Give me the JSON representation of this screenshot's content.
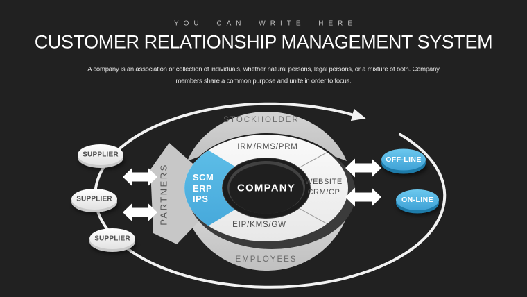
{
  "slide": {
    "tagline": "YOU CAN WRITE HERE",
    "title": "CUSTOMER RELATIONSHIP MANAGEMENT SYSTEM",
    "description_line1": "A company is an association or collection of individuals, whether natural persons, legal persons, or a mixture of both. Company",
    "description_line2": "members share a common purpose and unite in order to focus."
  },
  "diagram": {
    "center_label": "COMPANY",
    "ring": {
      "top": "IRM/RMS/PRM",
      "right": [
        "WEBSITE",
        "CRM/CP"
      ],
      "bottom": "EIP/KMS/GW",
      "left": [
        "SCM",
        "ERP",
        "IPS"
      ]
    },
    "fans": {
      "top": "STOCKHOLDER",
      "bottom": "EMPLOYEES"
    },
    "partners_label": "PARTNERS",
    "suppliers": [
      "SUPPLIER",
      "SUPPLIER",
      "SUPPLIER"
    ],
    "channels": [
      "OFF-LINE",
      "ON-LINE"
    ],
    "colors": {
      "background": "#212121",
      "accent_blue": "#55b7e3",
      "accent_blue_dark": "#1e7ba9",
      "fan_gray": "#c9c9c9",
      "ring_white": "#f2f2f2",
      "arrow_white": "#ffffff"
    }
  }
}
